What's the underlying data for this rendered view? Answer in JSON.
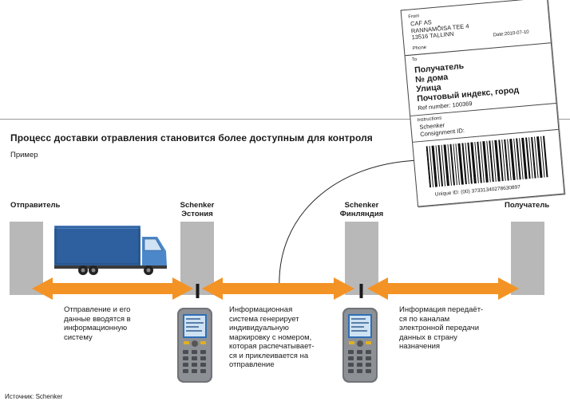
{
  "title": "Процесс доставки отравления становится более доступным для контроля",
  "subtitle": "Пример",
  "stages": [
    {
      "name": "Отправитель"
    },
    {
      "line1": "Schenker",
      "line2": "Эстония"
    },
    {
      "line1": "Schenker",
      "line2": "Финляндия"
    },
    {
      "name": "Получатель"
    }
  ],
  "descriptions": [
    {
      "lines": [
        "Отправление и его",
        "данные вводятся в",
        "информационную",
        "систему"
      ]
    },
    {
      "lines": [
        "Информационная",
        "система генерирует",
        "индивидуальную",
        "маркировку с номером,",
        "которая распечатывает-",
        "ся и приклеивается на",
        "отправление"
      ]
    },
    {
      "lines": [
        "Информация передаёт-",
        "ся по каналам",
        "электронной передачи",
        "данных в страну",
        "назначения"
      ]
    }
  ],
  "source": "Источник:   Schenker",
  "shipping_label": {
    "from_label": "From",
    "sender": [
      "CAF AS",
      "RANNAMÕISA TEE 4",
      "13516 TALLINN"
    ],
    "date": "Date:2010-07-10",
    "phone_label": "Phone",
    "to_label": "To",
    "recipient": [
      "Получатель",
      "№ дома",
      "Улица",
      "Почтовый индекс, город"
    ],
    "ref": "Ref number: 100369",
    "instructions_label": "Instructions",
    "carrier": "Schenker",
    "consignment": "Consignment ID:",
    "unique_id": "Unique ID: (00) 37331340278630897"
  },
  "colors": {
    "arrow": "#f39325",
    "pillar": "#b8b8b8",
    "truck_cargo": "#2e5f9e",
    "truck_cab": "#4b87c9"
  }
}
